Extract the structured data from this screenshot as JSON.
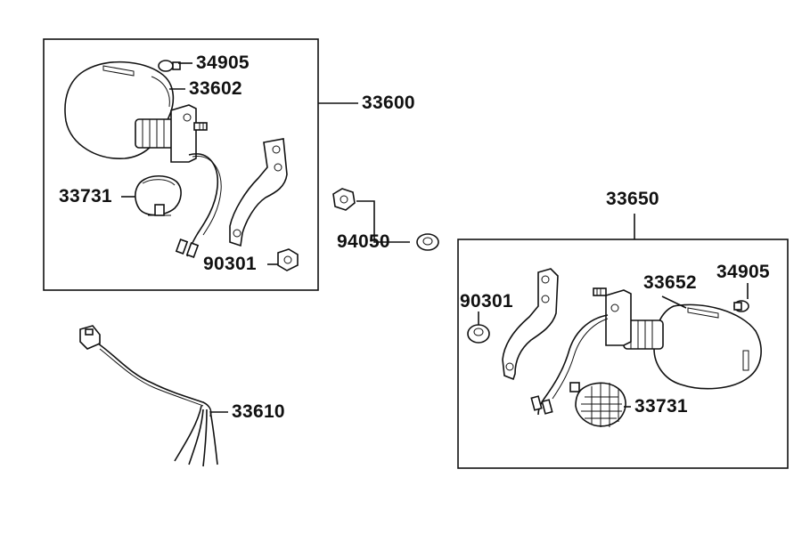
{
  "diagram": {
    "part_numbers": {
      "bulb_top": "34905",
      "lens_left": "33602",
      "winker_assy_left": "33600",
      "reflector_left": "33731",
      "nut_left": "90301",
      "collar": "94050",
      "harness": "33610",
      "winker_assy_right": "33650",
      "lens_right": "33652",
      "bulb_right": "34905",
      "nut_right": "90301",
      "reflector_right": "33731"
    }
  }
}
